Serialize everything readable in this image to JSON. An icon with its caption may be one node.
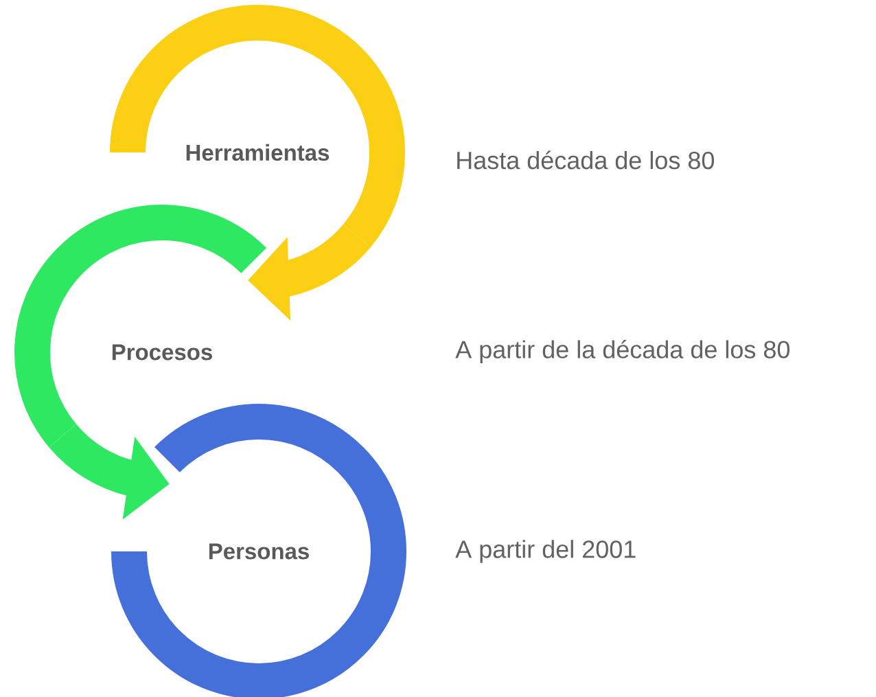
{
  "diagram": {
    "nodes": [
      {
        "text": [
          "Herramientas"
        ]
      },
      {
        "text": [
          "Procesos"
        ]
      },
      {
        "text": [
          "Personas"
        ]
      }
    ],
    "edges": [
      {
        "from": 0,
        "to": 1,
        "arrow": "to",
        "color": "#facf14"
      },
      {
        "from": 1,
        "to": 2,
        "arrow": "to",
        "color": "#2ee862"
      }
    ],
    "labels": [
      "Hasta década de los 80",
      "A partir de la década de los 80",
      "A partir del 2001"
    ]
  }
}
